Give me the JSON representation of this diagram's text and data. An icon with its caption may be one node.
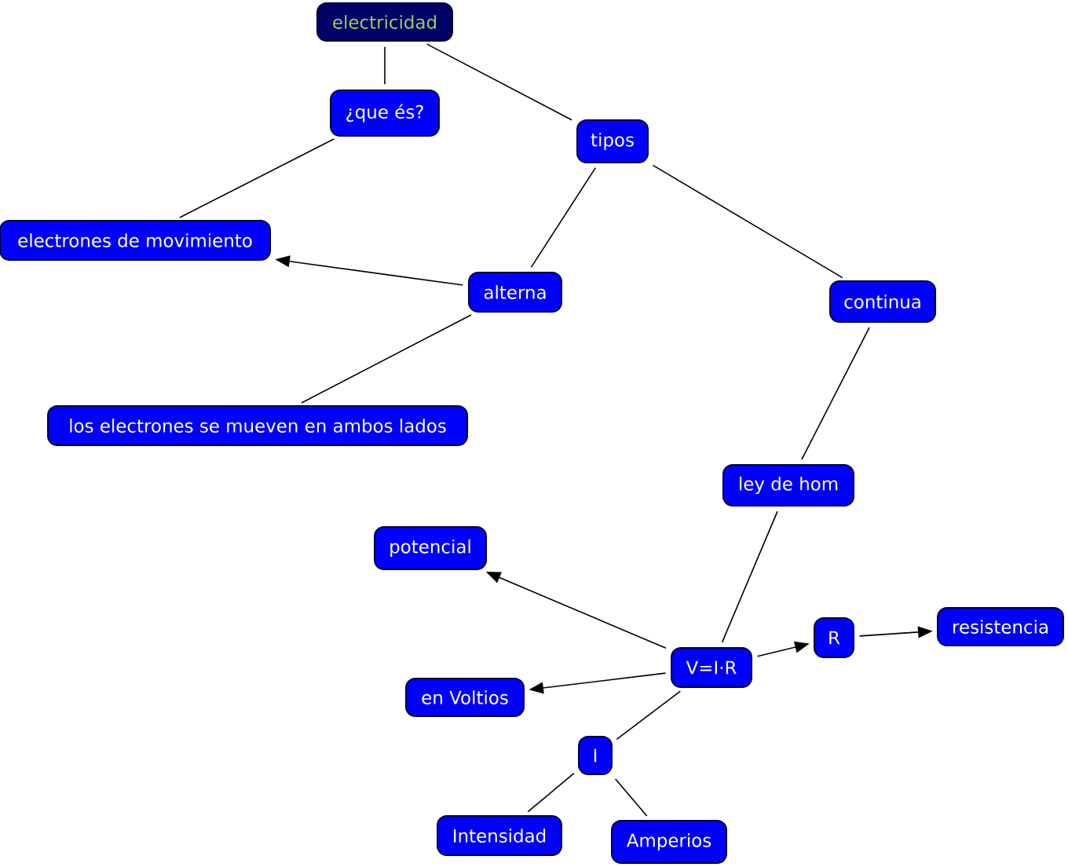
{
  "diagram": {
    "nodes": [
      {
        "text": [
          "electricidad"
        ]
      },
      {
        "text": [
          "¿que és?"
        ]
      },
      {
        "text": [
          "tipos"
        ]
      },
      {
        "text": [
          "electrones de movimiento"
        ]
      },
      {
        "text": [
          "alterna"
        ]
      },
      {
        "text": [
          "continua"
        ]
      },
      {
        "text": [
          "los electrones se mueven en ambos lados"
        ]
      },
      {
        "text": [
          "ley de hom"
        ]
      },
      {
        "text": [
          "potencial"
        ]
      },
      {
        "text": [
          "V=I·R"
        ]
      },
      {
        "text": [
          "R"
        ]
      },
      {
        "text": [
          "resistencia"
        ]
      },
      {
        "text": [
          "en Voltios"
        ]
      },
      {
        "text": [
          "I"
        ]
      },
      {
        "text": [
          "Intensidad"
        ]
      },
      {
        "text": [
          "Amperios"
        ]
      }
    ],
    "edges": [
      {
        "from": 0,
        "to": 1,
        "arrow": "none"
      },
      {
        "from": 0,
        "to": 2,
        "arrow": "none"
      },
      {
        "from": 1,
        "to": 3,
        "arrow": "none"
      },
      {
        "from": 2,
        "to": 4,
        "arrow": "none"
      },
      {
        "from": 2,
        "to": 5,
        "arrow": "none"
      },
      {
        "from": 4,
        "to": 3,
        "arrow": "to"
      },
      {
        "from": 4,
        "to": 6,
        "arrow": "none"
      },
      {
        "from": 5,
        "to": 7,
        "arrow": "none"
      },
      {
        "from": 7,
        "to": 9,
        "arrow": "none"
      },
      {
        "from": 9,
        "to": 8,
        "arrow": "to"
      },
      {
        "from": 9,
        "to": 12,
        "arrow": "to"
      },
      {
        "from": 9,
        "to": 10,
        "arrow": "to"
      },
      {
        "from": 10,
        "to": 11,
        "arrow": "to"
      },
      {
        "from": 9,
        "to": 13,
        "arrow": "none"
      },
      {
        "from": 13,
        "to": 14,
        "arrow": "none"
      },
      {
        "from": 13,
        "to": 15,
        "arrow": "none"
      }
    ]
  }
}
